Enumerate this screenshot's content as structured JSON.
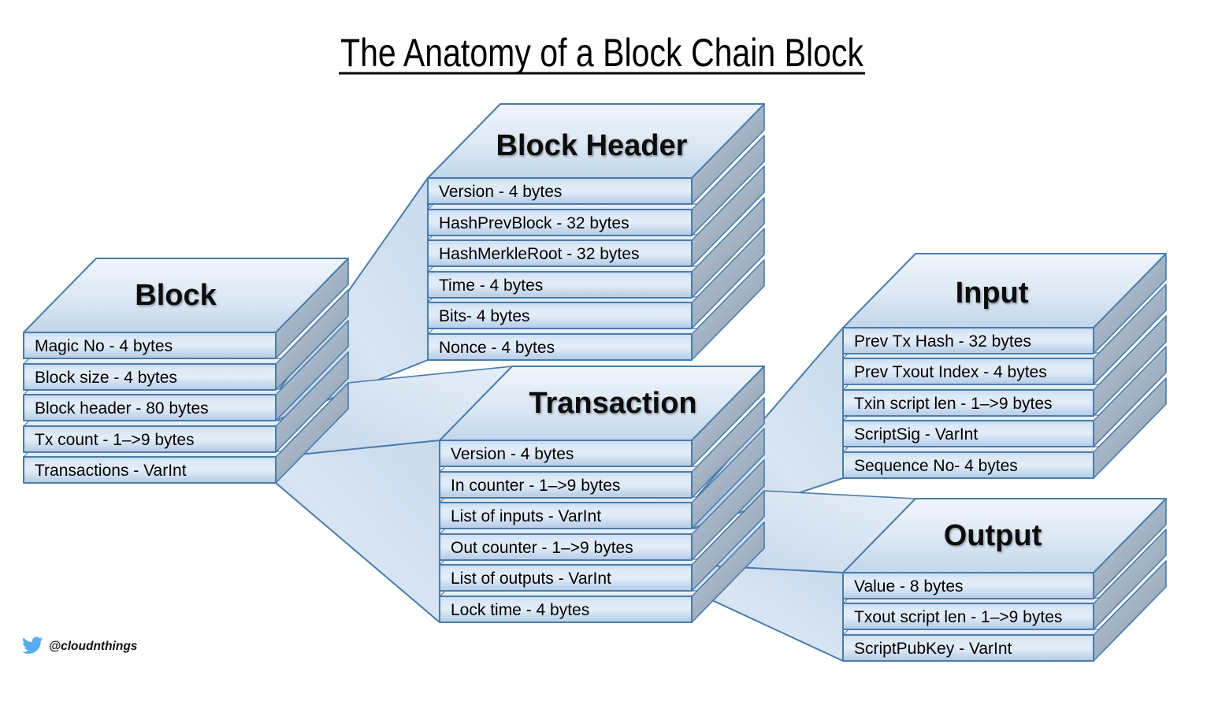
{
  "page_title": "The Anatomy of a Block Chain Block",
  "credit": {
    "icon": "twitter-bird-icon",
    "handle": "@cloudnthings"
  },
  "blocks": [
    {
      "id": "block",
      "title": "Block",
      "rows": [
        "Magic No - 4 bytes",
        "Block size - 4 bytes",
        "Block header - 80 bytes",
        "Tx count - 1–>9 bytes",
        "Transactions - VarInt"
      ]
    },
    {
      "id": "block-header",
      "title": "Block Header",
      "rows": [
        "Version - 4 bytes",
        "HashPrevBlock - 32 bytes",
        "HashMerkleRoot - 32 bytes",
        "Time - 4 bytes",
        "Bits- 4 bytes",
        "Nonce - 4 bytes"
      ]
    },
    {
      "id": "transaction",
      "title": "Transaction",
      "rows": [
        "Version - 4 bytes",
        "In counter - 1–>9 bytes",
        "List of inputs - VarInt",
        "Out counter - 1–>9 bytes",
        "List of outputs - VarInt",
        "Lock time - 4 bytes"
      ]
    },
    {
      "id": "input",
      "title": "Input",
      "rows": [
        "Prev Tx Hash - 32 bytes",
        "Prev Txout Index - 4 bytes",
        "Txin script len - 1–>9 bytes",
        "ScriptSig - VarInt",
        "Sequence No- 4 bytes"
      ]
    },
    {
      "id": "output",
      "title": "Output",
      "rows": [
        "Value - 8 bytes",
        "Txout script len - 1–>9 bytes",
        "ScriptPubKey - VarInt"
      ]
    }
  ],
  "connections": [
    {
      "from_block": "Block",
      "from_row": "Block header - 80 bytes",
      "to_block": "Block Header"
    },
    {
      "from_block": "Block",
      "from_row": "Transactions - VarInt",
      "to_block": "Transaction"
    },
    {
      "from_block": "Transaction",
      "from_row": "List of inputs - VarInt",
      "to_block": "Input"
    },
    {
      "from_block": "Transaction",
      "from_row": "List of outputs - VarInt",
      "to_block": "Output"
    }
  ],
  "colors": {
    "outline": "#4a7cab",
    "twitter_blue": "#55acee",
    "title_text": "#000000"
  }
}
